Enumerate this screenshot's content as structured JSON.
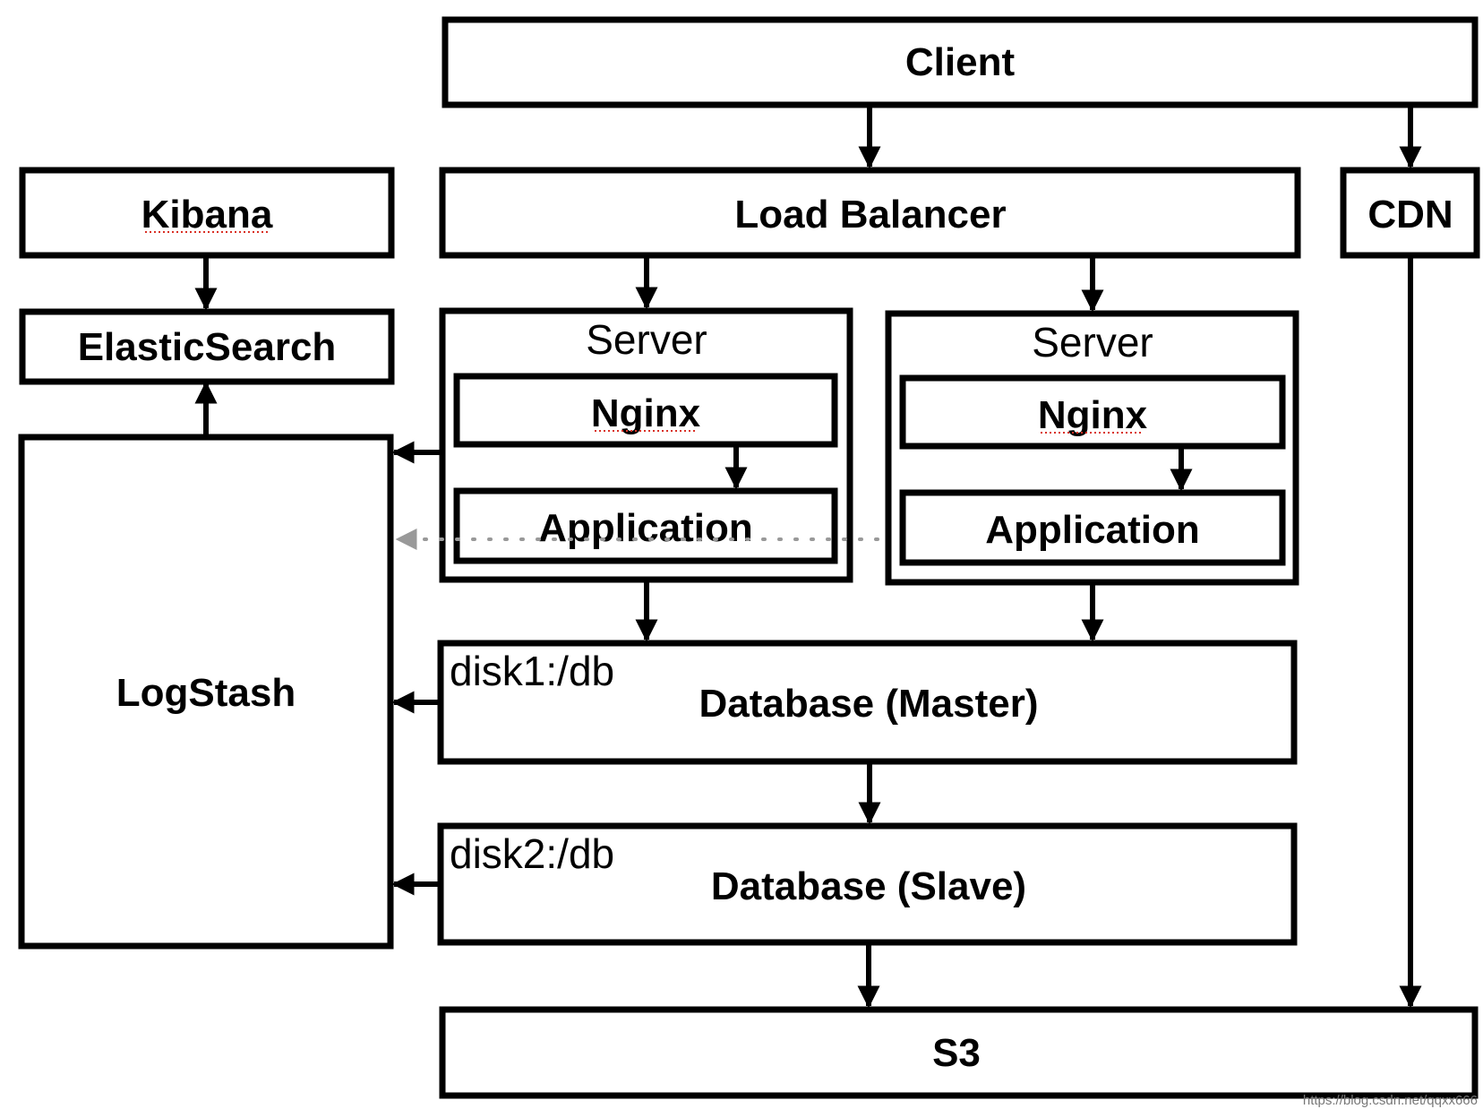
{
  "nodes": {
    "client": "Client",
    "load_balancer": "Load Balancer",
    "cdn": "CDN",
    "kibana": "Kibana",
    "elasticsearch": "ElasticSearch",
    "logstash": "LogStash",
    "server_left": {
      "title": "Server",
      "nginx": "Nginx",
      "application": "Application"
    },
    "server_right": {
      "title": "Server",
      "nginx": "Nginx",
      "application": "Application"
    },
    "db_master": {
      "disk": "disk1:/db",
      "label": "Database (Master)"
    },
    "db_slave": {
      "disk": "disk2:/db",
      "label": "Database (Slave)"
    },
    "s3": "S3"
  },
  "watermark": "https://blog.csdn.net/qqxx666",
  "colors": {
    "stroke": "#000000",
    "dotted_arrow": "#999999",
    "spellcheck": "#d93025"
  }
}
